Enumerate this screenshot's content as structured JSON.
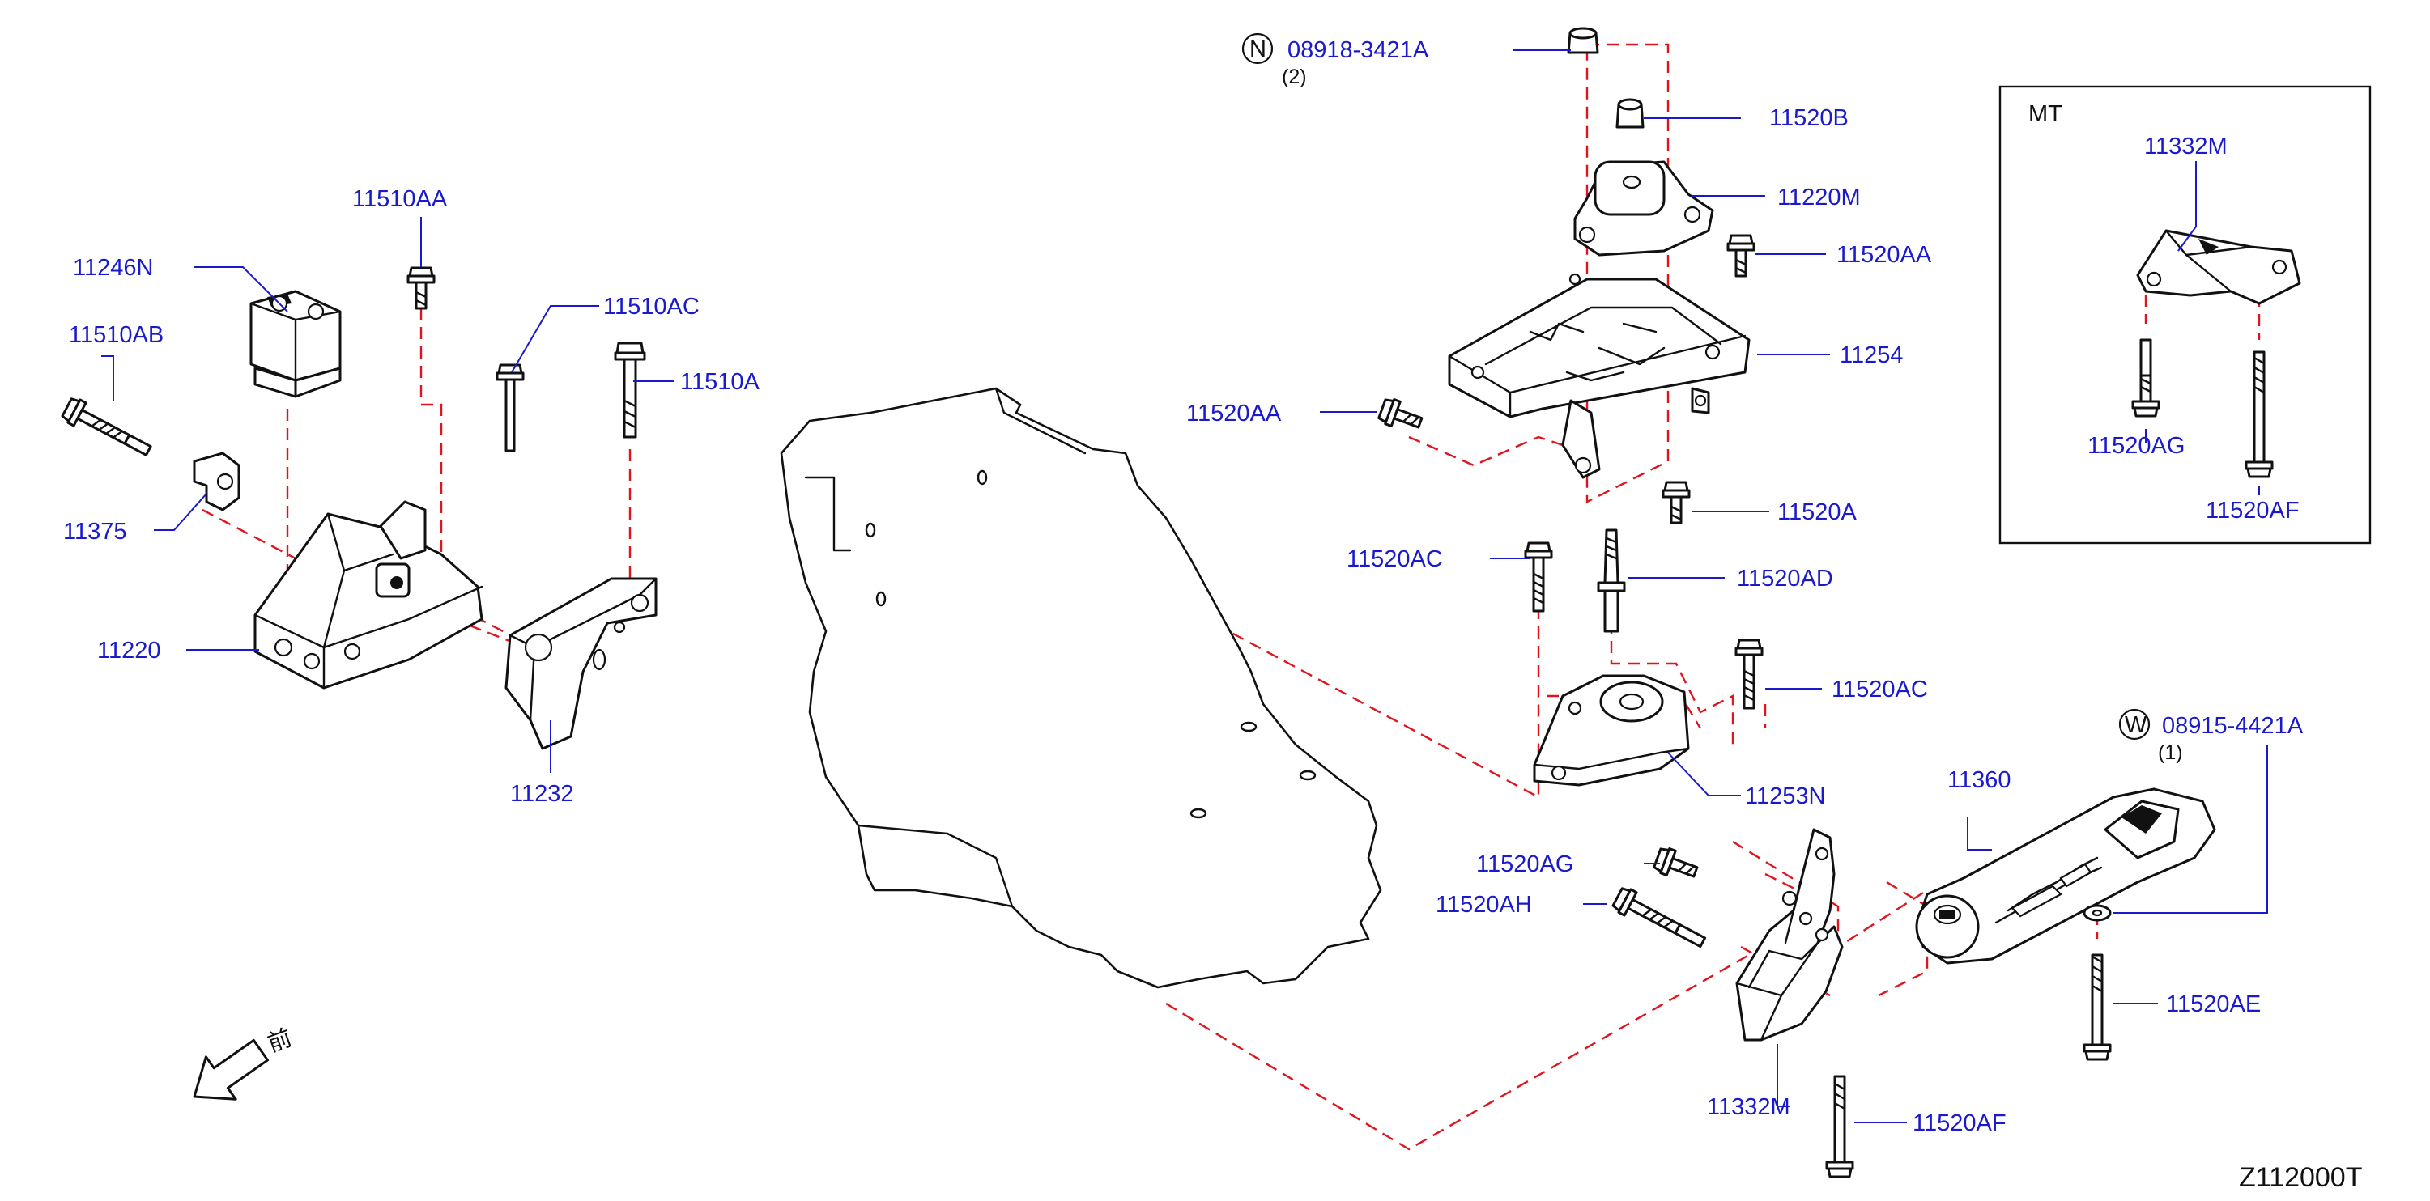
{
  "diagram_code": "Z112000T",
  "front_marker": {
    "char": "前",
    "icon": "front-arrow-icon"
  },
  "mt_box": {
    "title": "MT"
  },
  "labels": {
    "p_11510AA": "11510AA",
    "p_11246N": "11246N",
    "p_11510AB": "11510AB",
    "p_11510AC": "11510AC",
    "p_11510A": "11510A",
    "p_11375": "11375",
    "p_11220": "11220",
    "p_11232": "11232",
    "p_08918": "08918-3421A",
    "p_08918_qty": "(2)",
    "p_08918_symbol": "N",
    "p_11520B": "11520B",
    "p_11220M": "11220M",
    "p_11520AA_top": "11520AA",
    "p_11254": "11254",
    "p_11520AA_left": "11520AA",
    "p_11520A": "11520A",
    "p_11520AC_left": "11520AC",
    "p_11520AD": "11520AD",
    "p_11520AC_right": "11520AC",
    "p_11253N": "11253N",
    "p_08915": "08915-4421A",
    "p_08915_qty": "(1)",
    "p_08915_symbol": "W",
    "p_11360": "11360",
    "p_11520AG_main": "11520AG",
    "p_11520AH": "11520AH",
    "p_11520AE": "11520AE",
    "p_11332M_main": "11332M",
    "p_11520AF_main": "11520AF",
    "p_11332M_mt": "11332M",
    "p_11520AG_mt": "11520AG",
    "p_11520AF_mt": "11520AF"
  }
}
